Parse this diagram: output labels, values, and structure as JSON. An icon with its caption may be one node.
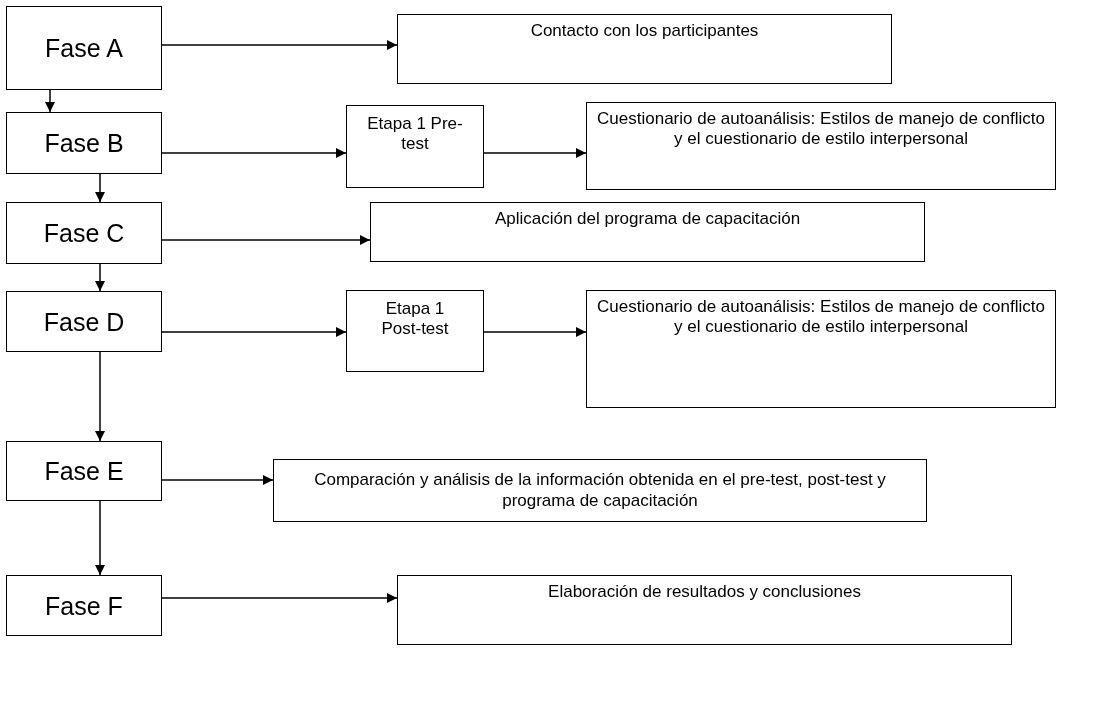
{
  "diagram": {
    "nodes": [
      {
        "text": [
          "Fase A"
        ]
      },
      {
        "text": [
          "Contacto con los participantes"
        ]
      },
      {
        "text": [
          "Fase B"
        ]
      },
      {
        "text": [
          "Etapa 1 Pre-test"
        ]
      },
      {
        "text": [
          "Cuestionario de autoanálisis: Estilos de manejo de conflicto y el cuestionario de estilo interpersonal"
        ]
      },
      {
        "text": [
          "Fase C"
        ]
      },
      {
        "text": [
          "Aplicación del programa de capacitación"
        ]
      },
      {
        "text": [
          "Fase D"
        ]
      },
      {
        "text": [
          "Etapa 1 Post-test"
        ]
      },
      {
        "text": [
          "Cuestionario de autoanálisis: Estilos de manejo de conflicto y el cuestionario de estilo interpersonal"
        ]
      },
      {
        "text": [
          "Fase E"
        ]
      },
      {
        "text": [
          "Comparación y análisis de la información obtenida en el pre-test, post-test y programa de capacitación"
        ]
      },
      {
        "text": [
          "Fase F"
        ]
      },
      {
        "text": [
          "Elaboración de resultados y conclusiones"
        ]
      }
    ],
    "edges": [
      {
        "from": 0,
        "to": 1,
        "arrow": "to"
      },
      {
        "from": 0,
        "to": 2,
        "arrow": "to"
      },
      {
        "from": 2,
        "to": 3,
        "arrow": "to"
      },
      {
        "from": 3,
        "to": 4,
        "arrow": "to"
      },
      {
        "from": 2,
        "to": 5,
        "arrow": "to"
      },
      {
        "from": 5,
        "to": 6,
        "arrow": "to"
      },
      {
        "from": 5,
        "to": 7,
        "arrow": "to"
      },
      {
        "from": 7,
        "to": 8,
        "arrow": "to"
      },
      {
        "from": 8,
        "to": 9,
        "arrow": "to"
      },
      {
        "from": 7,
        "to": 10,
        "arrow": "to"
      },
      {
        "from": 10,
        "to": 11,
        "arrow": "to"
      },
      {
        "from": 10,
        "to": 12,
        "arrow": "to"
      },
      {
        "from": 12,
        "to": 13,
        "arrow": "to"
      }
    ]
  }
}
